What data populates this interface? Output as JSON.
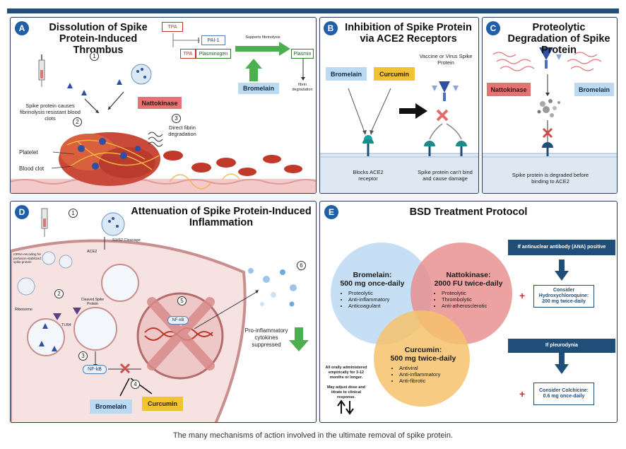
{
  "panels": {
    "a": {
      "badge": "A",
      "title": "Dissolution of Spike Protein-Induced Thrombus",
      "num1": "1",
      "num2": "2",
      "num3": "3",
      "tpa": "TPA",
      "pai1": "PAI-1",
      "tpa2": "TPA",
      "plasminogen": "Plasminogen",
      "supports": "Supports fibrinolysis",
      "plasmin": "Plasmin",
      "bromelain": "Bromelain",
      "fibrin": "fibrin degradation",
      "nattokinase": "Nattokinase",
      "direct": "Direct fibrin degradation",
      "spike_causes": "Spike protein causes fibrinolysis resistant blood clots",
      "platelet": "Platelet",
      "blood_clot": "Blood clot"
    },
    "b": {
      "badge": "B",
      "title": "Inhibition of Spike Protein via ACE2 Receptors",
      "bromelain": "Bromelain",
      "curcumin": "Curcumin",
      "vaccine": "Vaccine or Virus Spike Protein",
      "blocks": "Blocks ACE2 receptor",
      "cant_bind": "Spike protein can't bind and cause damage"
    },
    "c": {
      "badge": "C",
      "title": "Proteolytic Degradation of Spike Protein",
      "nattokinase": "Nattokinase",
      "bromelain": "Bromelain",
      "degraded": "Spike protein is degraded before binding to ACE2"
    },
    "d": {
      "badge": "D",
      "title": "Attenuation of Spike Protein-Induced Inflammation",
      "num1": "1",
      "num2": "2",
      "num3": "3",
      "num4": "4",
      "num5": "5",
      "num6": "6",
      "s1s2": "S1/S2 Cleavage",
      "ace2": "ACE2",
      "mrna": "mRNA encoding for prefusion-stabilized spike protein",
      "cleaved": "Cleaved Spike Protein",
      "ribosome": "Ribosome",
      "tlr4": "TLR4",
      "nfkb": "NF-kB",
      "nfkb2": "NF-kB",
      "cytokines": "Pro-inflammatory cytokines suppressed",
      "bromelain": "Bromelain",
      "curcumin": "Curcumin"
    },
    "e": {
      "badge": "E",
      "title": "BSD Treatment Protocol",
      "bromelain_title": "Bromelain:",
      "bromelain_dose": "500 mg once-daily",
      "bromelain_items": [
        "Proteolytic",
        "Anti-inflammatory",
        "Anticoagulant"
      ],
      "natto_title": "Nattokinase:",
      "natto_dose": "2000 FU twice-daily",
      "natto_items": [
        "Proteolytic",
        "Thrombolytic",
        "Anti-atherosclerotic"
      ],
      "curcumin_title": "Curcumin:",
      "curcumin_dose": "500 mg twice-daily",
      "curcumin_items": [
        "Antiviral",
        "Anti-inflammatory",
        "Anti-fibrotic"
      ],
      "note1": "All orally administered empirically for 3-12 months or longer.",
      "note2": "May adjust dose and titrate to clinical response.",
      "ana": "If antinuclear antibody (ANA) positive",
      "hcq": "Consider Hydroxychloroquine: 200 mg twice-daily",
      "pleurodynia": "If pleurodynia",
      "colchicine": "Consider Colchicine: 0.6 mg once-daily",
      "plus": "+"
    }
  },
  "caption": "The many mechanisms of action involved in the ultimate removal of spike protein.",
  "colors": {
    "navy": "#1f4e79",
    "badge": "#1f5fa8",
    "red": "#e57373",
    "blue": "#bcd9f2",
    "yellow": "#f1c232"
  }
}
